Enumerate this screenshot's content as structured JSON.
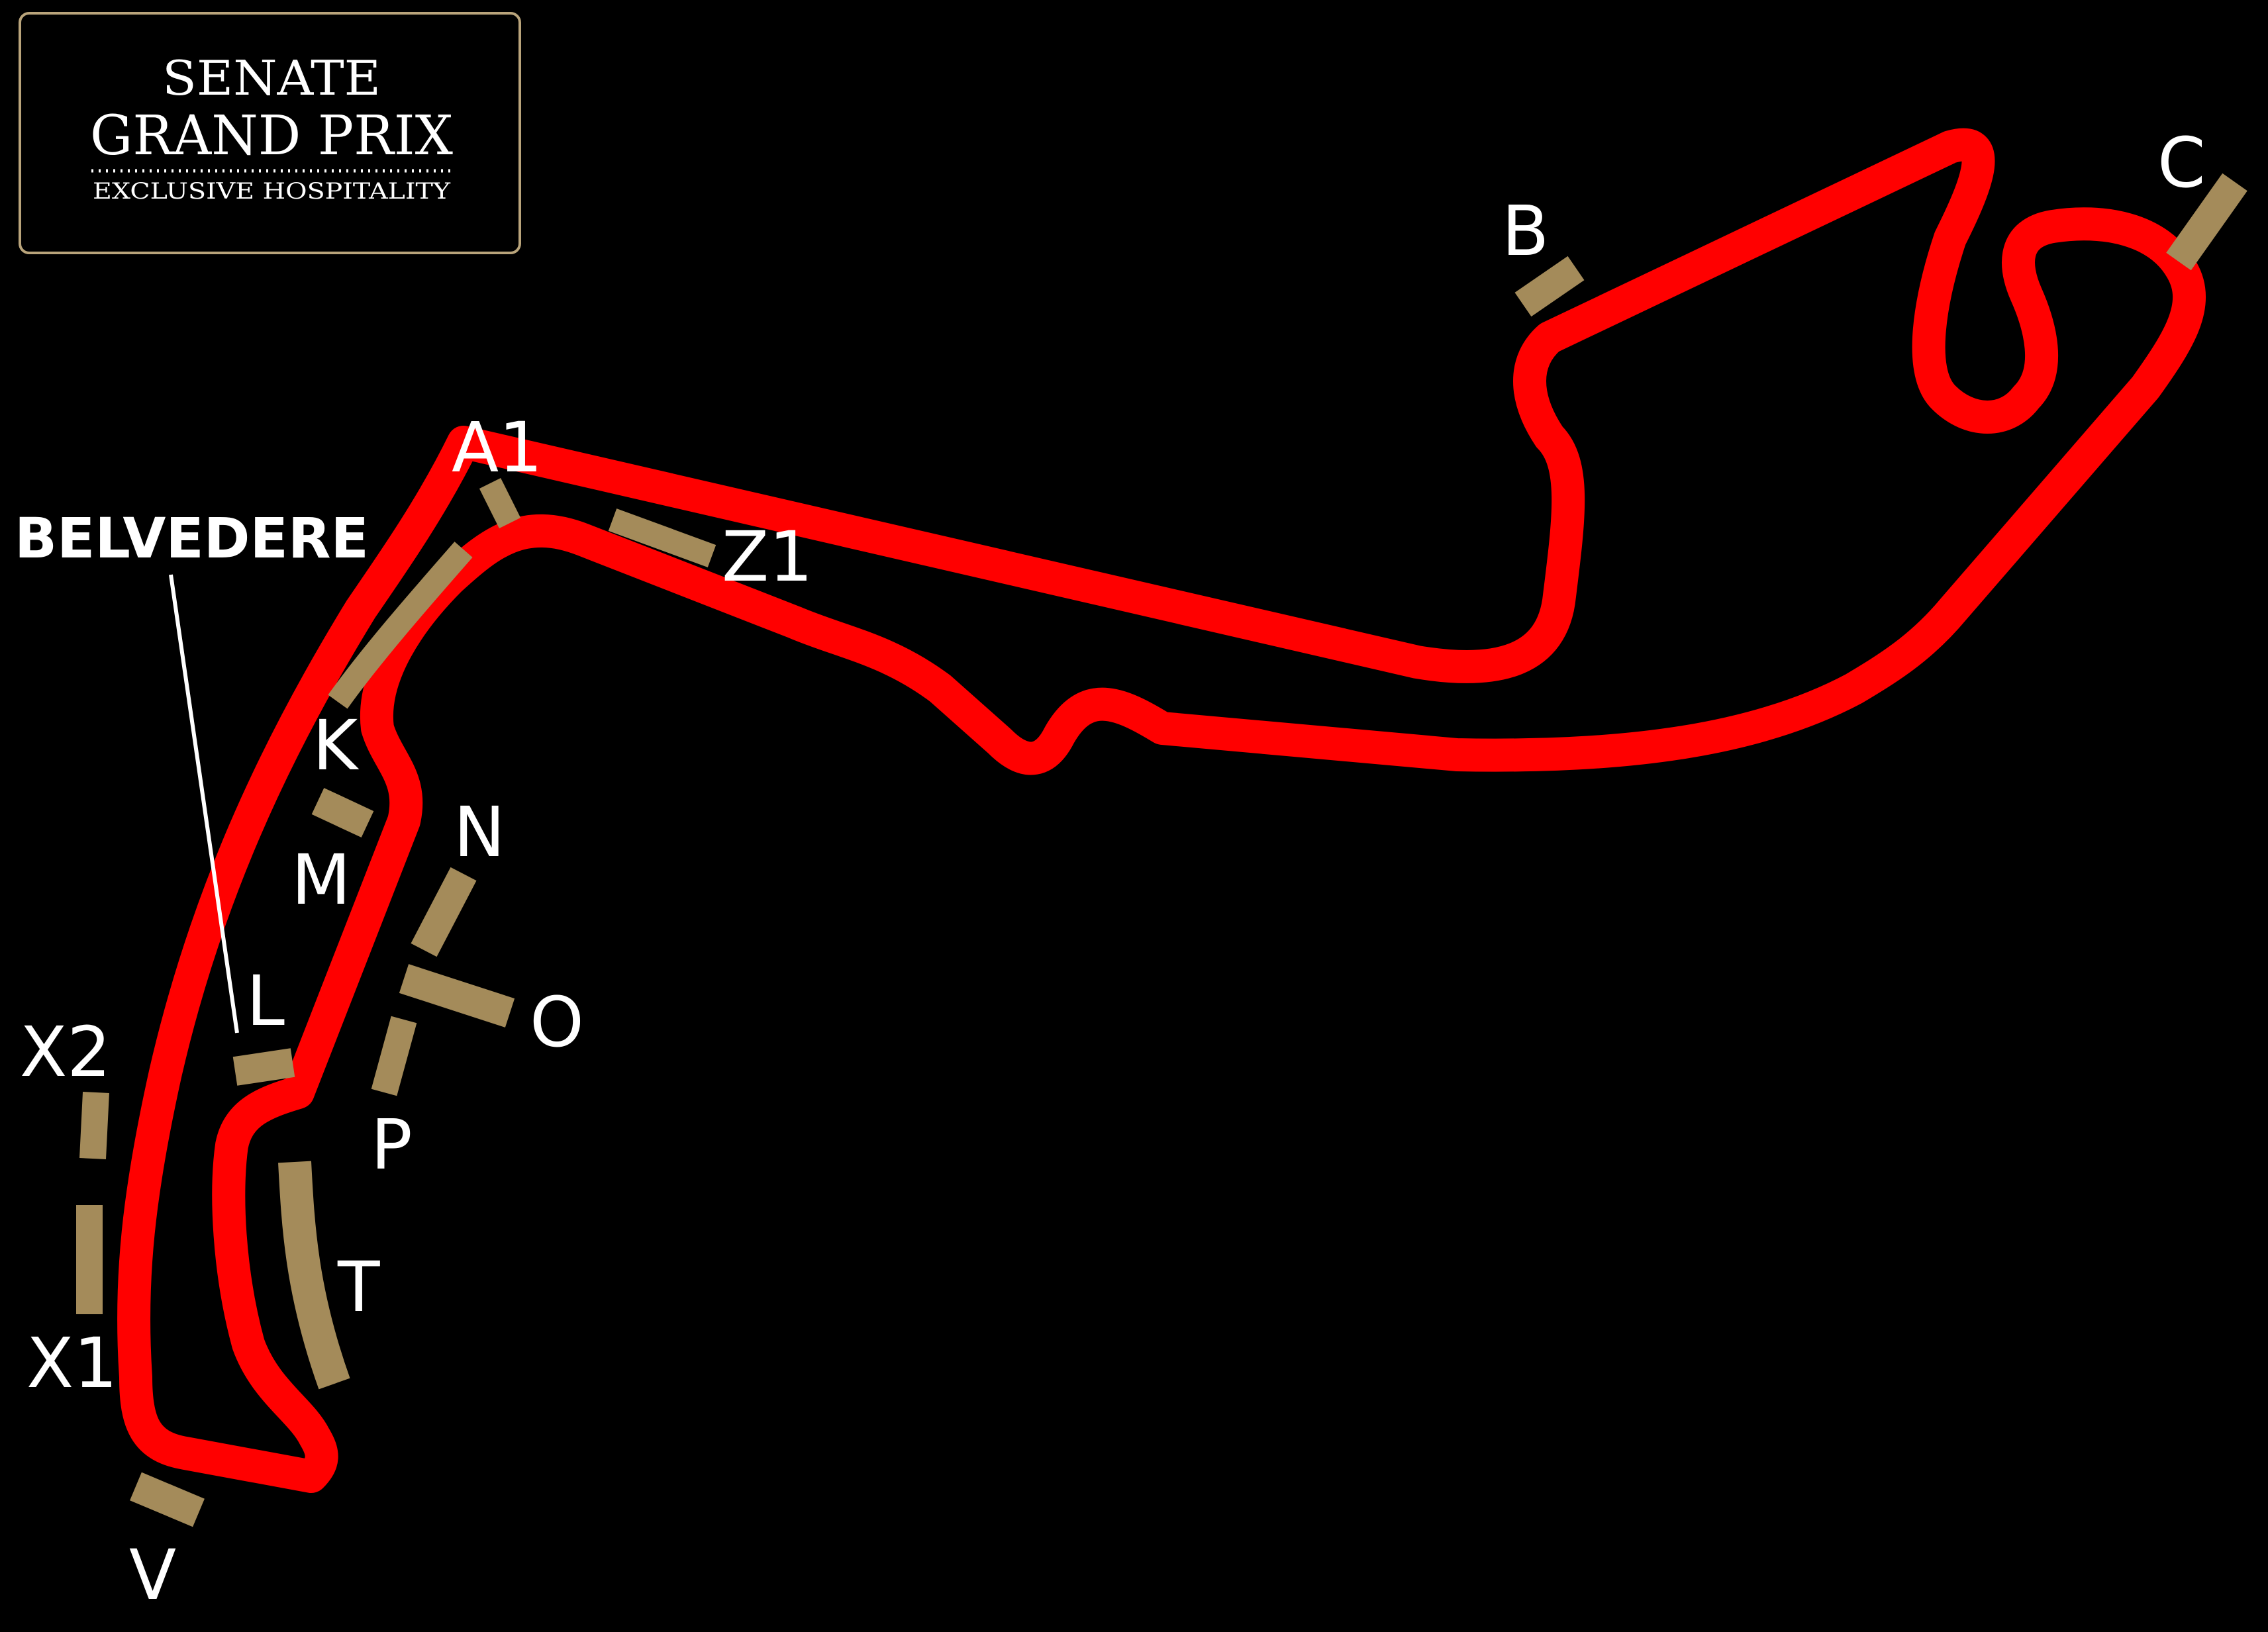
{
  "logo": {
    "line1": "SENATE",
    "line2": "GRAND PRIX",
    "line3": "EXCLUSIVE HOSPITALITY"
  },
  "callout": "BELVEDERE",
  "stands": {
    "A1": "A1",
    "Z1": "Z1",
    "B": "B",
    "C": "C",
    "K": "K",
    "M": "M",
    "N": "N",
    "O": "O",
    "L": "L",
    "P": "P",
    "T": "T",
    "X2": "X2",
    "X1": "X1",
    "V": "V"
  },
  "colors": {
    "background": "#000000",
    "track": "#ff0000",
    "grandstand": "#a48b5a",
    "text": "#ffffff",
    "logo_border": "#b9a47b"
  }
}
